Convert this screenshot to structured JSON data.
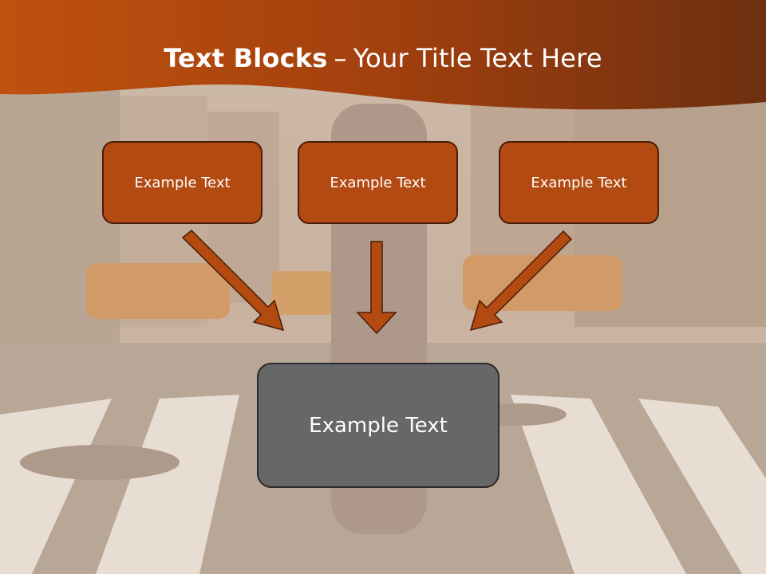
{
  "slide": {
    "title_bold": "Text Blocks",
    "title_separator": "–",
    "title_rest": "Your Title Text Here",
    "top_boxes": [
      {
        "label": "Example Text"
      },
      {
        "label": "Example Text"
      },
      {
        "label": "Example Text"
      }
    ],
    "main_box": {
      "label": "Example Text"
    }
  },
  "colors": {
    "title_band": "#a9400c",
    "box_fill": "#b24a12",
    "box_border": "#4a1d06",
    "main_box_fill": "#676767",
    "arrow_fill": "#b24a12"
  }
}
